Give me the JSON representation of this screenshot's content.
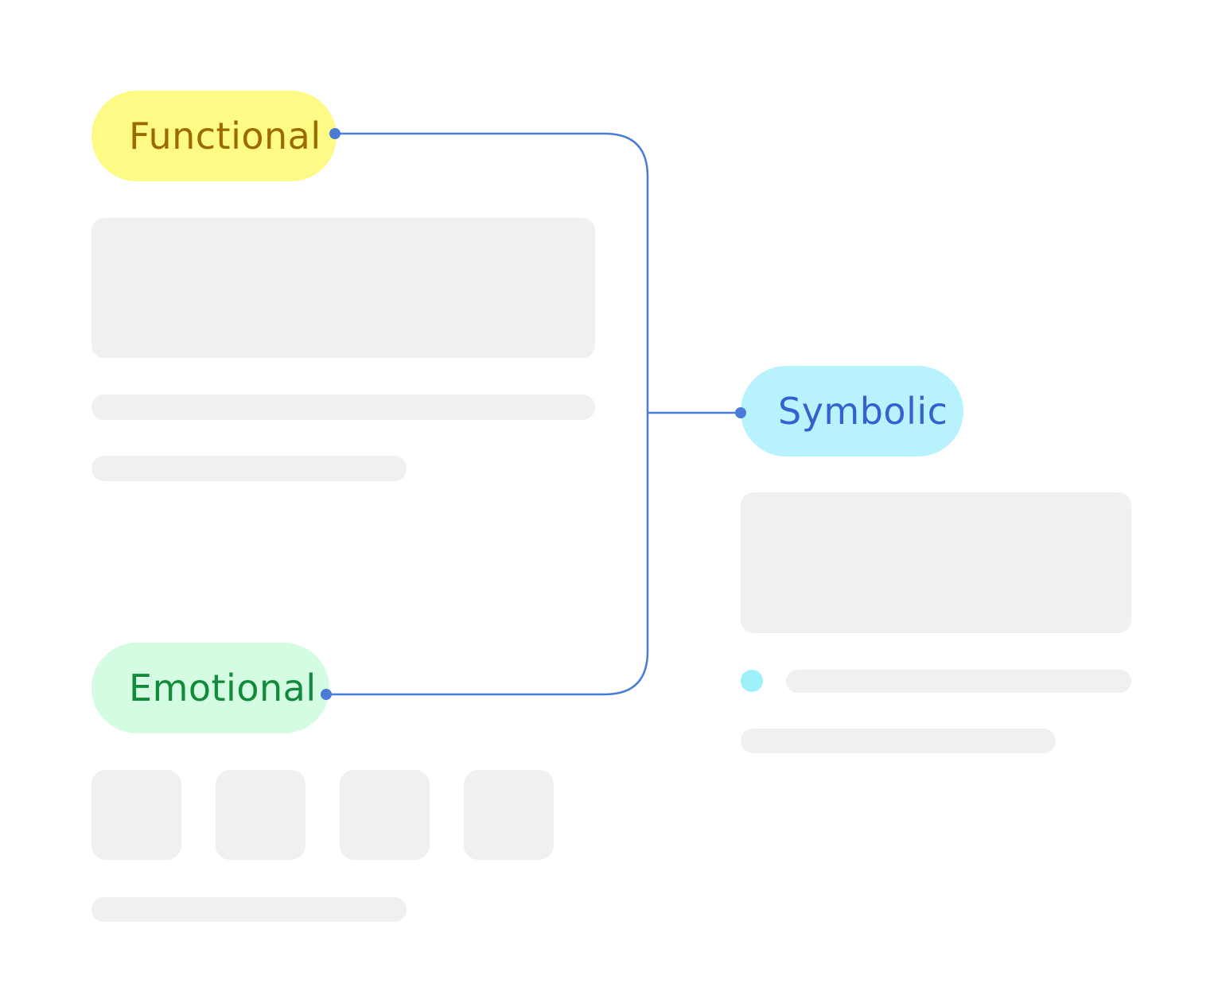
{
  "nodes": {
    "functional": {
      "label": "Functional"
    },
    "emotional": {
      "label": "Emotional"
    },
    "symbolic": {
      "label": "Symbolic"
    }
  },
  "edges": [
    {
      "from": "functional",
      "to": "symbolic"
    },
    {
      "from": "emotional",
      "to": "symbolic"
    }
  ],
  "colors": {
    "connector": "#4a7bd6",
    "functional_fill": "#fdfa86",
    "functional_text": "#9c6b00",
    "emotional_fill": "#d4fce3",
    "emotional_text": "#118a3a",
    "symbolic_fill": "#b8f3fd",
    "symbolic_text": "#3460d0",
    "placeholder": "#f0f0f0",
    "bullet": "#9ef0fb"
  }
}
